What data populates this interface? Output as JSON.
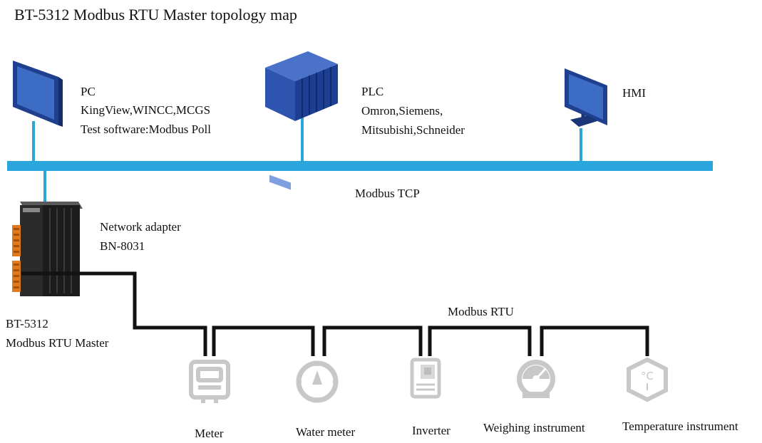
{
  "title": "BT-5312 Modbus RTU Master topology map",
  "tcp_bus": {
    "label": "Modbus TCP",
    "color": "#2aa6dc",
    "devices": [
      {
        "id": "pc",
        "icon": "monitor-icon",
        "lines": [
          "PC",
          "KingView,WINCC,MCGS",
          "Test software:Modbus Poll"
        ]
      },
      {
        "id": "plc",
        "icon": "plc-rack-icon",
        "lines": [
          "PLC",
          "Omron,Siemens,",
          "Mitsubishi,Schneider"
        ]
      },
      {
        "id": "hmi",
        "icon": "hmi-icon",
        "lines": [
          "HMI"
        ]
      }
    ]
  },
  "adapter": {
    "lines": [
      "Network adapter",
      "BN-8031"
    ]
  },
  "master": {
    "lines": [
      "BT-5312",
      "Modbus RTU Master"
    ]
  },
  "rtu_bus": {
    "label": "Modbus RTU",
    "color": "#111111",
    "devices": [
      {
        "id": "meter",
        "label": "Meter",
        "icon": "meter-icon"
      },
      {
        "id": "water-meter",
        "label": "Water meter",
        "icon": "water-meter-icon"
      },
      {
        "id": "inverter",
        "label": "Inverter",
        "icon": "inverter-icon"
      },
      {
        "id": "weighing",
        "label": "Weighing instrument",
        "icon": "weighing-gauge-icon"
      },
      {
        "id": "temperature",
        "label": "Temperature instrument",
        "icon": "thermometer-icon"
      }
    ]
  },
  "icon_color": "#c8c8c8"
}
